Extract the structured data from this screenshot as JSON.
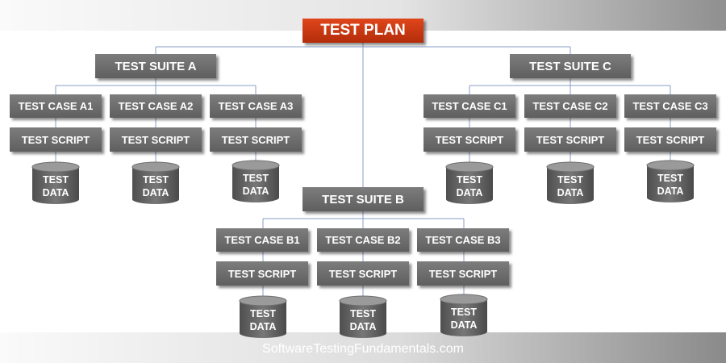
{
  "plan": {
    "label": "TEST PLAN"
  },
  "suites": {
    "a": {
      "label": "TEST SUITE A"
    },
    "b": {
      "label": "TEST SUITE B"
    },
    "c": {
      "label": "TEST SUITE C"
    }
  },
  "cases": {
    "a1": "TEST CASE A1",
    "a2": "TEST CASE A2",
    "a3": "TEST CASE A3",
    "b1": "TEST CASE B1",
    "b2": "TEST CASE B2",
    "b3": "TEST CASE B3",
    "c1": "TEST CASE C1",
    "c2": "TEST CASE C2",
    "c3": "TEST CASE C3"
  },
  "script_label": "TEST SCRIPT",
  "data_label": {
    "line1": "TEST",
    "line2": "DATA"
  },
  "footer": "SoftwareTestingFundamentals.com",
  "colors": {
    "plan_box": "#c73611",
    "suite_box": "#6b6b6b",
    "connector": "#8a9cc6"
  }
}
